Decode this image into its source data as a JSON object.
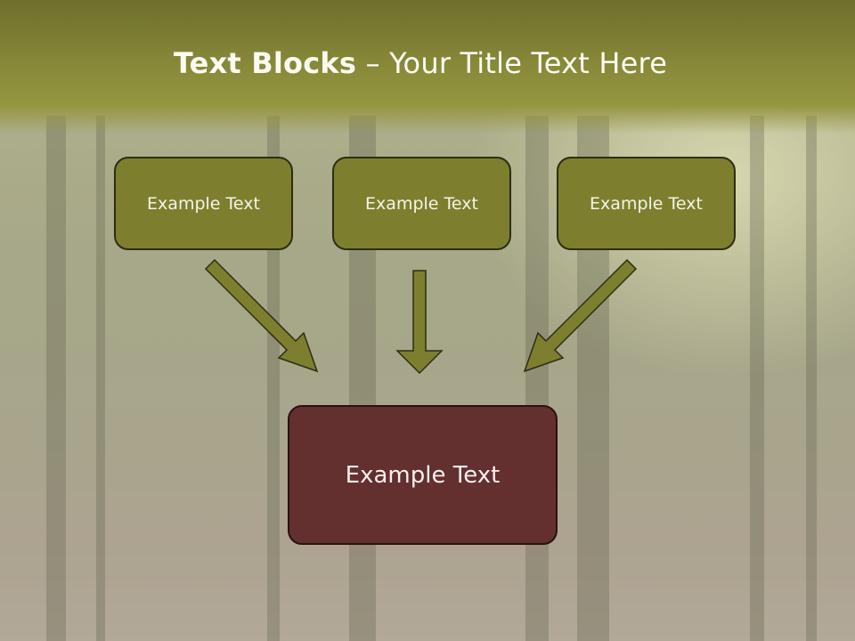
{
  "slide": {
    "title_bold": "Text Blocks",
    "title_separator": " – ",
    "title_rest": "Your Title Text Here",
    "top_boxes": [
      {
        "label": "Example Text"
      },
      {
        "label": "Example Text"
      },
      {
        "label": "Example Text"
      }
    ],
    "bottom_box": {
      "label": "Example Text"
    }
  },
  "colors": {
    "title_band": "#8a8b3a",
    "box_fill": "#7d7f2e",
    "bottom_box_fill": "#642f2f",
    "arrow_fill": "#7d7f2e",
    "outline": "#2d2d14"
  },
  "icons": {
    "arrows": [
      "arrow-down-right-icon",
      "arrow-down-icon",
      "arrow-down-left-icon"
    ]
  }
}
